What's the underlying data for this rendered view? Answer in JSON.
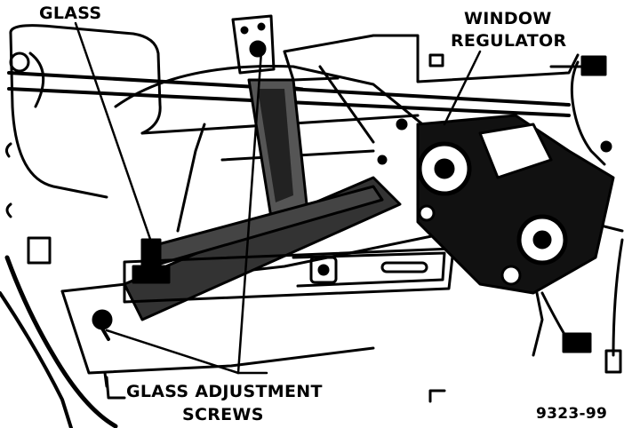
{
  "labels": {
    "glass": "GLASS",
    "window_regulator_line1": "WINDOW",
    "window_regulator_line2": "REGULATOR",
    "glass_adjustment_line1": "GLASS ADJUSTMENT",
    "glass_adjustment_line2": "SCREWS"
  },
  "figure_number": "9323-99",
  "colors": {
    "ink": "#000000",
    "paper": "#ffffff"
  }
}
